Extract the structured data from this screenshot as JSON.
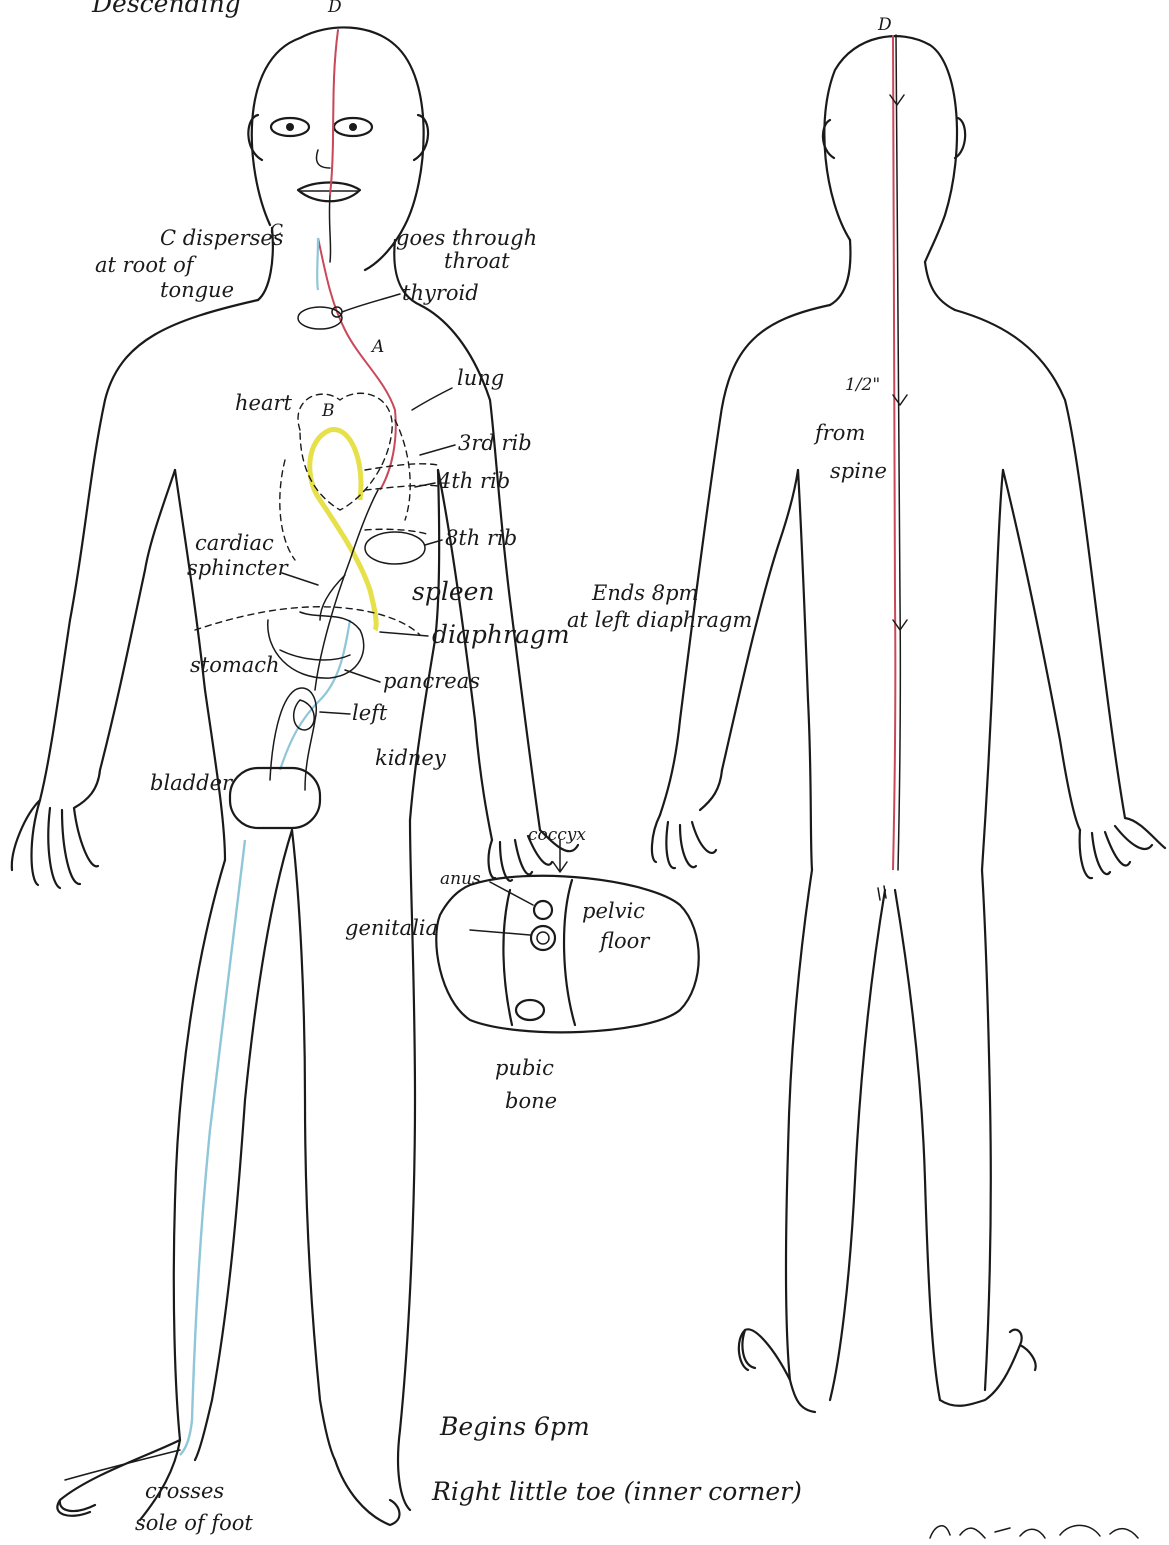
{
  "colors": {
    "ink": "#1a1a1a",
    "meridian_red": "#c9485a",
    "meridian_blue": "#8fc6d8",
    "meridian_yellow": "#e6e04a"
  },
  "title_partial": "Descending",
  "point_labels": {
    "front_top": "D",
    "back_top": "D",
    "a": "A",
    "b": "B",
    "c": "C"
  },
  "labels": {
    "c_disperses": "C disperses",
    "at_root_of_tongue_1": "at root of",
    "at_root_of_tongue_2": "tongue",
    "goes_through_1": "goes through",
    "goes_through_2": "throat",
    "thyroid": "thyroid",
    "heart": "heart",
    "lung": "lung",
    "rib3": "3rd rib",
    "rib4": "4th rib",
    "rib8": "8th rib",
    "cardiac_1": "cardiac",
    "cardiac_2": "sphincter",
    "spleen": "spleen",
    "diaphragm": "diaphragm",
    "stomach": "stomach",
    "pancreas": "pancreas",
    "left_kidney_1": "left",
    "left_kidney_2": "kidney",
    "bladder": "bladder",
    "ends_1": "Ends 8pm",
    "ends_2": "at left diaphragm",
    "half_inch": "1/2\"",
    "from_spine_1": "from",
    "from_spine_2": "spine",
    "coccyx": "coccyx",
    "anus": "anus",
    "genitalia": "genitalia",
    "pelvic_1": "pelvic",
    "pelvic_2": "floor",
    "pubic_1": "pubic",
    "pubic_2": "bone",
    "begins": "Begins 6pm",
    "right_little_toe": "Right little toe (inner corner)",
    "crosses_1": "crosses",
    "crosses_2": "sole of foot"
  }
}
